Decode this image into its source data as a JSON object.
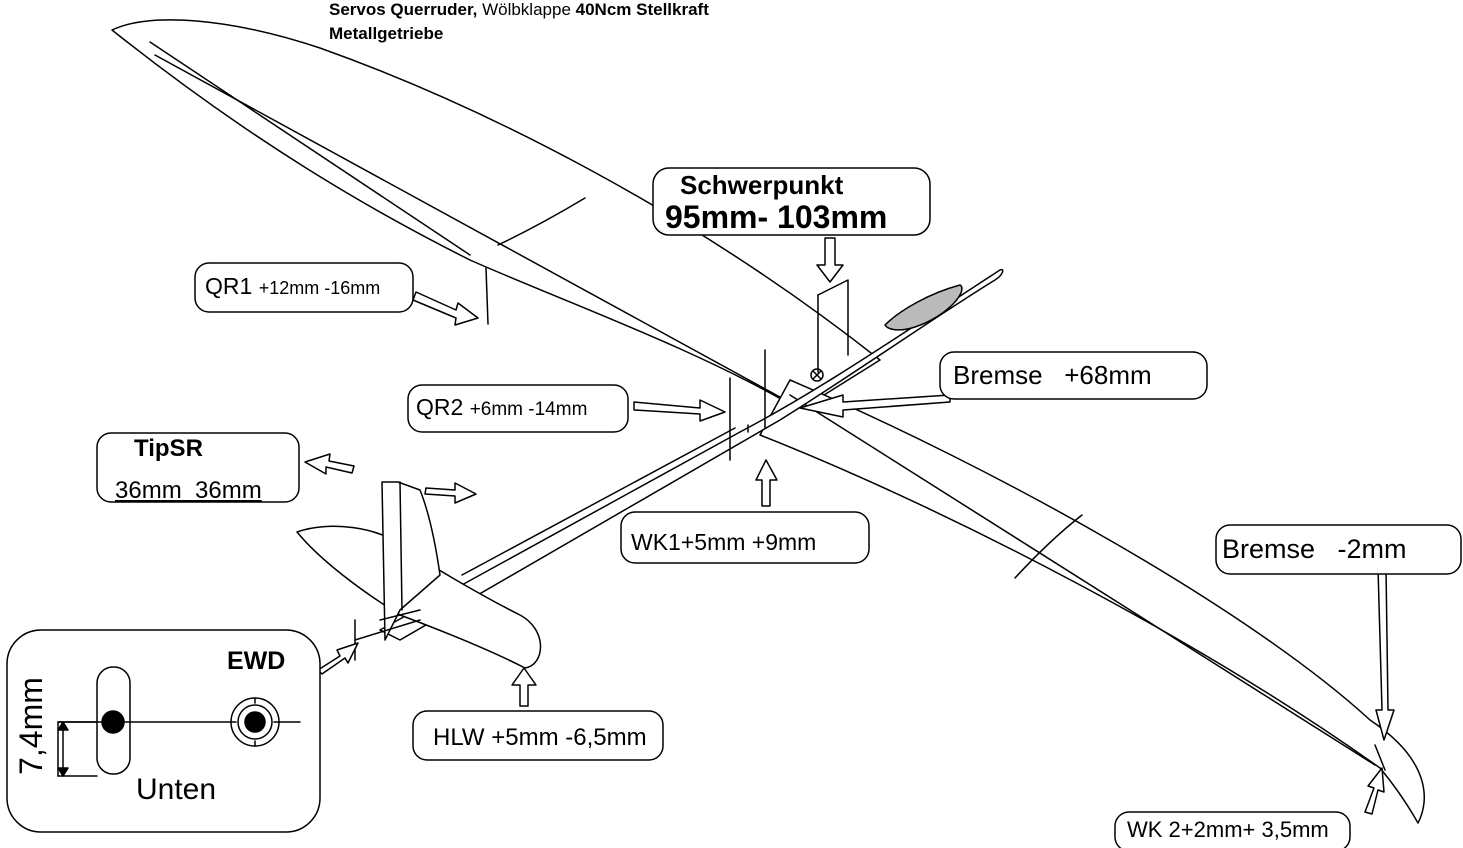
{
  "header": {
    "line1_bold1": "Servos  Querruder,",
    "line1_normal": "Wölbklappe",
    "line1_bold2": "40Ncm Stellkraft",
    "line2": "Metallgetriebe"
  },
  "schwerpunkt": {
    "title": "Schwerpunkt",
    "value": "95mm- 103mm"
  },
  "qr1": {
    "name": "QR1",
    "values": "+12mm -16mm"
  },
  "qr2": {
    "name": "QR2",
    "values": "+6mm -14mm"
  },
  "bremse_right": {
    "label": "Bremse   +68mm"
  },
  "bremse_tip": {
    "label": "Bremse   -2mm"
  },
  "tipsr": {
    "title": "TipSR",
    "values": "36mm  36mm"
  },
  "wk1": {
    "label": "WK1+5mm +9mm"
  },
  "wk2": {
    "label": "WK 2+2mm+ 3,5mm"
  },
  "hlw": {
    "label": "HLW +5mm -6,5mm"
  },
  "ewd": {
    "title": "EWD",
    "dimension": "7,4mm",
    "position": "Unten"
  }
}
